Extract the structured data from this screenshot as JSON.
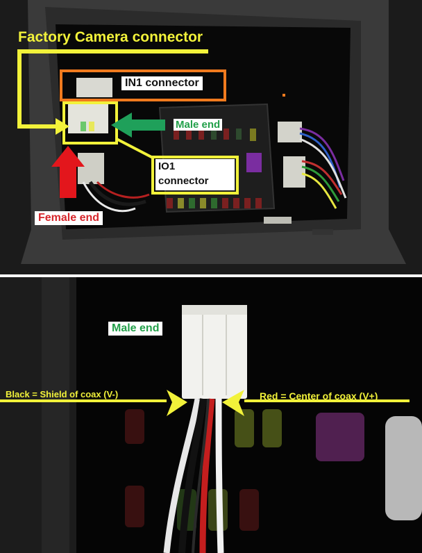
{
  "colors": {
    "annotation_yellow": "#f2f23a",
    "annotation_orange": "#f07a1e",
    "arrow_green": "#1fa05a",
    "arrow_red": "#e3161c",
    "text_green": "#23a04a",
    "text_red": "#d6252a"
  },
  "top_photo": {
    "factory_camera_label": "Factory Camera connector",
    "in1_label": "IN1 connector",
    "male_end_label": "Male end",
    "io1_label_line1": "IO1",
    "io1_label_line2": "connector",
    "female_end_label": "Female end"
  },
  "bottom_photo": {
    "male_end_label": "Male end",
    "black_wire_label": "Black = Shield of coax (V-)",
    "red_wire_label": "Red = Center of coax (V+)"
  }
}
